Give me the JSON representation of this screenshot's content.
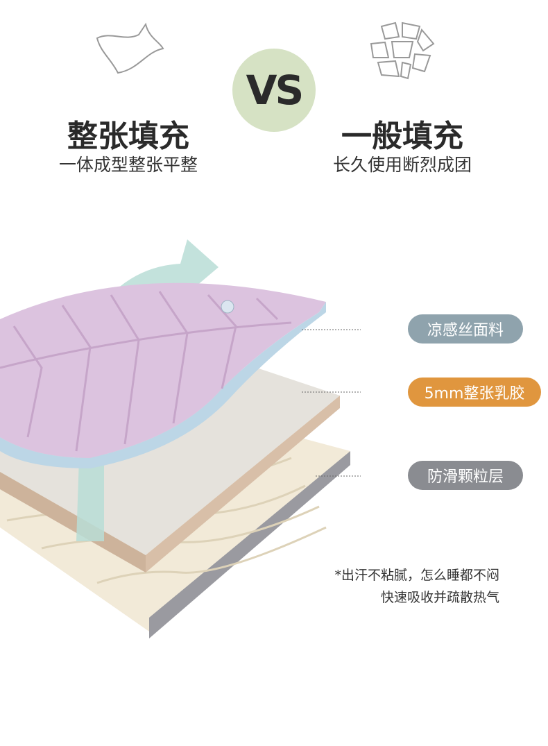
{
  "comparison": {
    "left": {
      "title": "整张填充",
      "subtitle": "一体成型整张平整",
      "icon": "whole-sheet-icon"
    },
    "vs": "VS",
    "right": {
      "title": "一般填充",
      "subtitle": "长久使用断烈成团",
      "icon": "broken-pieces-icon"
    }
  },
  "layers": [
    {
      "label": "凉感丝面料",
      "color": "#8fa3ad"
    },
    {
      "label": "5mm整张乳胶",
      "color": "#e0963e"
    },
    {
      "label": "防滑颗粒层",
      "color": "#8a8c91"
    }
  ],
  "note": {
    "line1": "*出汗不粘腻，怎么睡都不闷",
    "line2": "快速吸收并疏散热气"
  }
}
